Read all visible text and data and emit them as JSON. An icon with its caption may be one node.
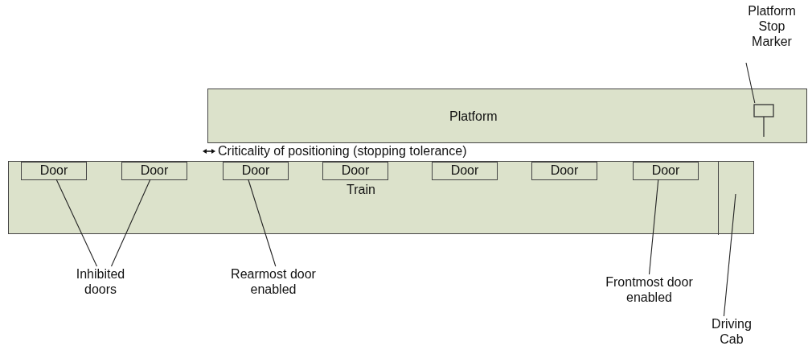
{
  "diagram": {
    "nodes": [
      {
        "text": [
          "Platform Stop Marker"
        ]
      },
      {
        "text": [
          "Platform"
        ]
      },
      {
        "text": [],
        "shape": "box",
        "in": 1
      },
      {
        "text": [
          "Train"
        ]
      },
      {
        "text": [
          "Door"
        ],
        "in": 3
      },
      {
        "text": [
          "Door"
        ],
        "in": 3
      },
      {
        "text": [
          "Door"
        ],
        "in": 3
      },
      {
        "text": [
          "Door"
        ],
        "in": 3
      },
      {
        "text": [
          "Door"
        ],
        "in": 3
      },
      {
        "text": [
          "Door"
        ],
        "in": 3
      },
      {
        "text": [
          "Door"
        ],
        "in": 3
      },
      {
        "text": [],
        "shape": "box",
        "in": 3
      },
      {
        "text": [
          "Inhibited doors"
        ]
      },
      {
        "text": [
          "Rearmost door enabled"
        ]
      },
      {
        "text": [
          "Frontmost door enabled"
        ]
      },
      {
        "text": [
          "Driving Cab"
        ]
      }
    ],
    "edges": [
      {
        "from": 0,
        "to": 2,
        "arrow": "none"
      },
      {
        "from": 12,
        "to": 4,
        "arrow": "none"
      },
      {
        "from": 12,
        "to": 5,
        "arrow": "none"
      },
      {
        "from": 13,
        "to": 6,
        "arrow": "none"
      },
      {
        "from": 14,
        "to": 10,
        "arrow": "none"
      },
      {
        "from": 15,
        "to": 11,
        "arrow": "none"
      }
    ],
    "labels": [
      "Criticality of positioning (stopping tolerance)"
    ]
  }
}
